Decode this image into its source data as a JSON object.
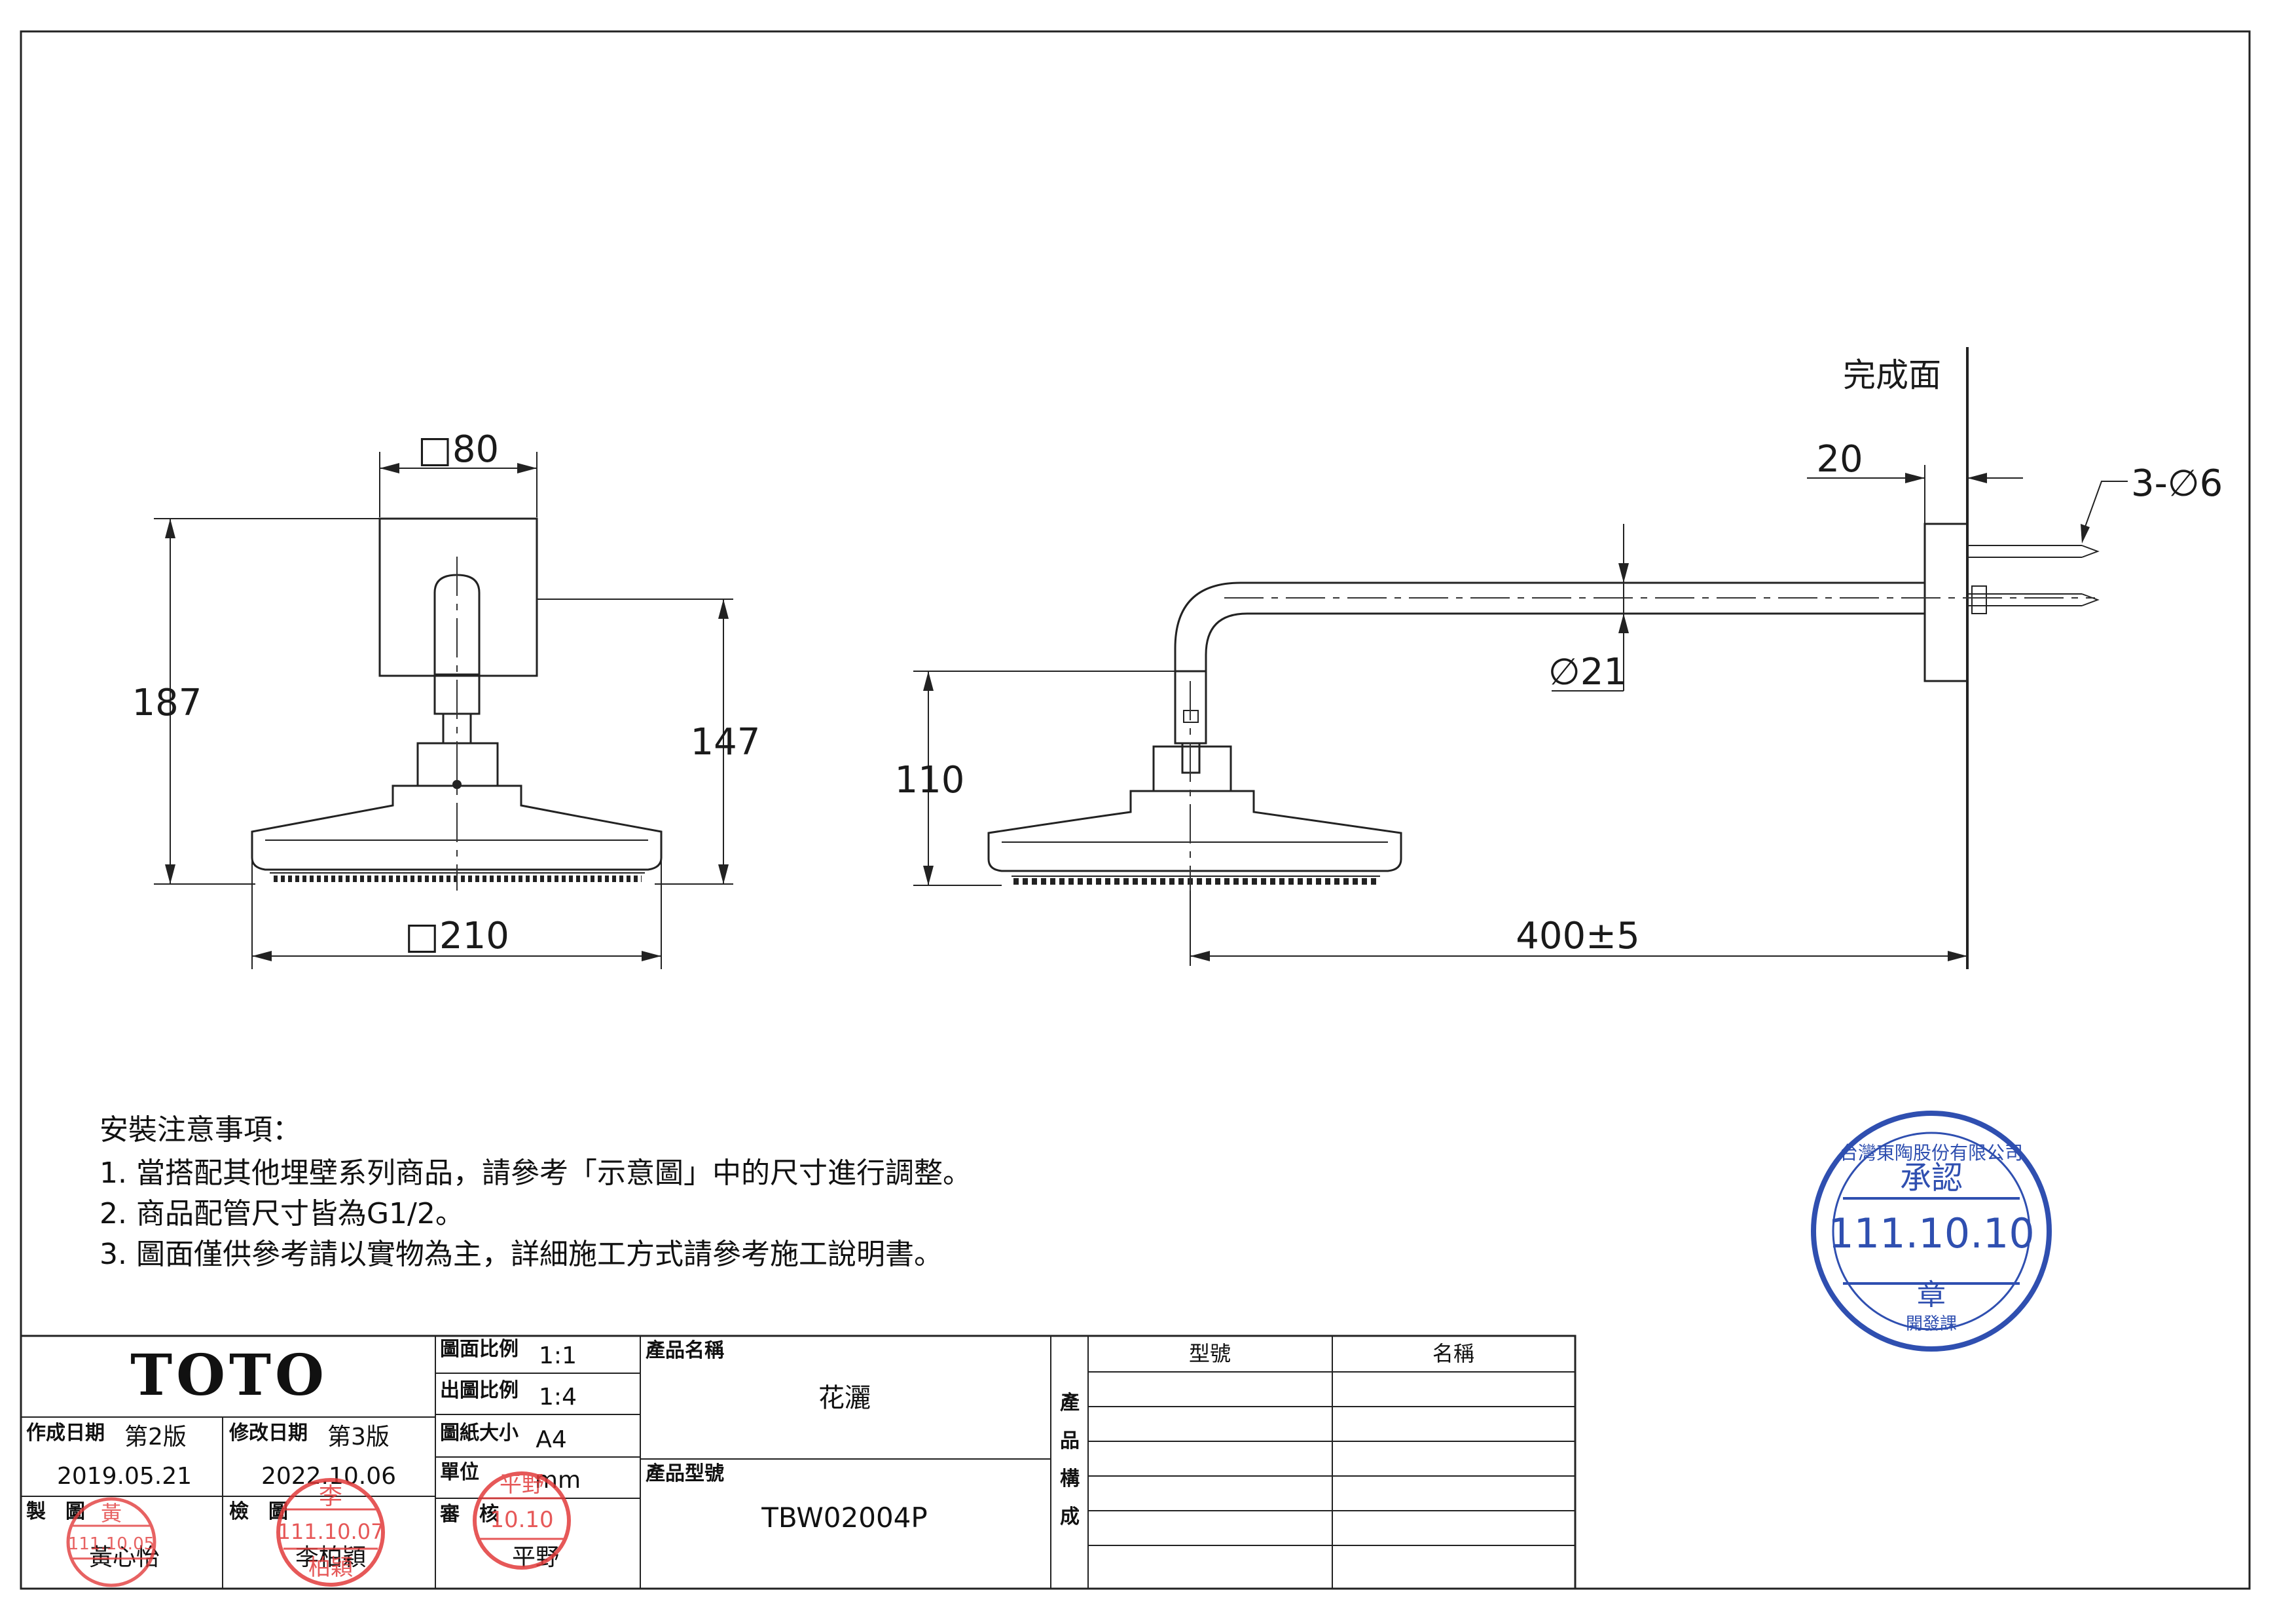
{
  "drawing": {
    "front_view": {
      "dim_top": "□80",
      "dim_left": "187",
      "dim_right": "147",
      "dim_bottom": "□210"
    },
    "side_view": {
      "finish_surface_label": "完成面",
      "dim_wall": "20",
      "dim_holes": "3-∅6",
      "dim_pipe": "∅21",
      "dim_height": "110",
      "dim_length": "400±5"
    }
  },
  "notes": {
    "heading": "安裝注意事項：",
    "items": [
      "1. 當搭配其他埋壁系列商品，請參考「示意圖」中的尺寸進行調整。",
      "2. 商品配管尺寸皆為G1/2。",
      "3. 圖面僅供參考請以實物為主，詳細施工方式請參考施工說明書。"
    ]
  },
  "title_block": {
    "logo": "TOTO",
    "created_label": "作成日期",
    "created_version": "第2版",
    "created_date": "2019.05.21",
    "revised_label": "修改日期",
    "revised_version": "第3版",
    "revised_date": "2022.10.06",
    "drawing_scale_label": "圖面比例",
    "drawing_scale": "1:1",
    "output_scale_label": "出圖比例",
    "output_scale": "1:4",
    "paper_label": "圖紙大小",
    "paper": "A4",
    "unit_label": "單位",
    "unit": "mm",
    "drawn_label": "製　圖",
    "drawn_by": "黃心怡",
    "checked_label": "檢　圖",
    "checked_by": "李柏穎",
    "approved_label": "審　核",
    "approved_by": "平野",
    "product_name_label": "產品名稱",
    "product_name": "花灑",
    "product_model_label": "產品型號",
    "product_model": "TBW02004P",
    "composition_label": [
      "產",
      "品",
      "構",
      "成"
    ],
    "composition_headers": [
      "型號",
      "名稱"
    ]
  },
  "stamps": {
    "drawn_stamp": {
      "name": "黃",
      "date": "111.10.05"
    },
    "checked_stamp": {
      "name": "李",
      "date": "111.10.07",
      "bottom": "柏穎"
    },
    "approved_stamp": {
      "name": "平野",
      "date": "10.10"
    },
    "approval_seal": {
      "top": "台灣東陶股份有限公司",
      "middle": "承認",
      "date": "111.10.10",
      "bottom": "章",
      "footer": "開發課"
    }
  },
  "colors": {
    "stamp_red": "#e23b3b",
    "stamp_blue": "#2f4fb0",
    "ink": "#222222"
  }
}
